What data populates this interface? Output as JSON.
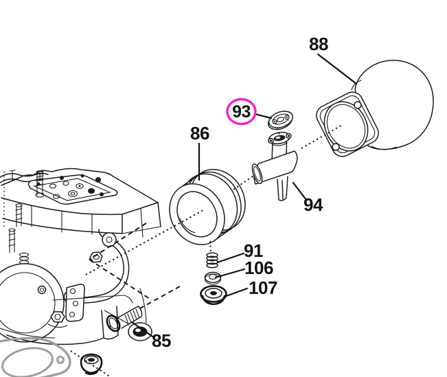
{
  "diagram": {
    "kind": "exploded-parts-diagram",
    "background_color": "#ffffff",
    "line_color": "#1a1a1a",
    "gasket_outline_color": "#9e9e9e",
    "highlight_color": "#f320c8",
    "parts": [
      {
        "label": "88",
        "name": "air-intake-flange",
        "highlighted": false
      },
      {
        "label": "93",
        "name": "small-gasket",
        "highlighted": true
      },
      {
        "label": "86",
        "name": "mounting-collar",
        "highlighted": false
      },
      {
        "label": "94",
        "name": "tee-pipe",
        "highlighted": false
      },
      {
        "label": "91",
        "name": "spring",
        "highlighted": false
      },
      {
        "label": "106",
        "name": "washer",
        "highlighted": false
      },
      {
        "label": "107",
        "name": "cap",
        "highlighted": false
      },
      {
        "label": "85",
        "name": "flange-bolt",
        "highlighted": false
      }
    ]
  }
}
